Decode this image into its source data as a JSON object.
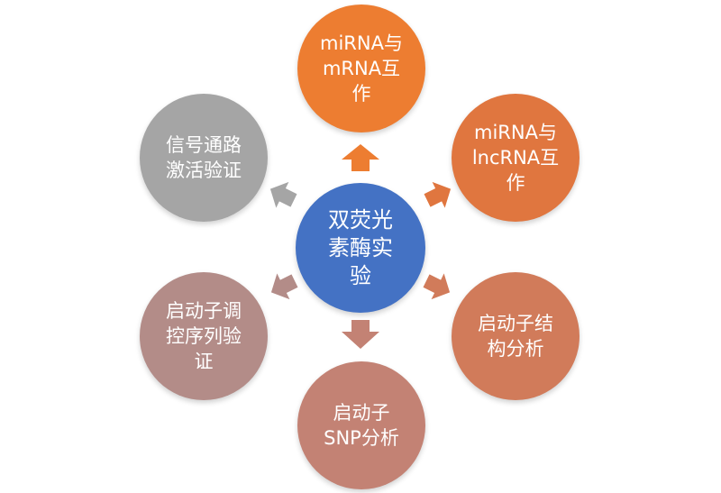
{
  "center": {
    "label": "双荧光\n素酶实\n验",
    "color": "#4472C4"
  },
  "nodes": [
    {
      "id": "top",
      "label": "miRNA与\nmRNA互\n作",
      "color": "#ED7D31"
    },
    {
      "id": "upper-right",
      "label": "miRNA与\nlncRNA互\n作",
      "color": "#E0763F"
    },
    {
      "id": "lower-right",
      "label": "启动子结\n构分析",
      "color": "#D17B5A"
    },
    {
      "id": "bottom",
      "label": "启动子\nSNP分析",
      "color": "#C38274"
    },
    {
      "id": "lower-left",
      "label": "启动子调\n控序列验\n证",
      "color": "#B38C88"
    },
    {
      "id": "upper-left",
      "label": "信号通路\n激活验证",
      "color": "#A5A5A5"
    }
  ]
}
